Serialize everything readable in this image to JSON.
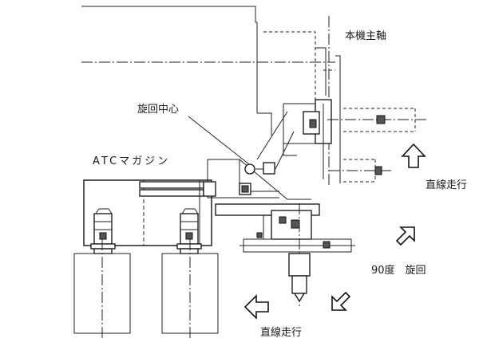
{
  "diagram": {
    "labels": {
      "main_spindle": "本機主軸",
      "rotation_center": "旋回中心",
      "atc_magazine": "ATCマガジン",
      "linear_travel_up": "直線走行",
      "rotation": "90度　旋回",
      "linear_travel_left": "直線走行"
    },
    "arrows": [
      {
        "name": "up-arrow",
        "direction": "up"
      },
      {
        "name": "diag-up-right-arrow",
        "direction": "up-right"
      },
      {
        "name": "diag-down-left-arrow",
        "direction": "down-left"
      },
      {
        "name": "left-arrow",
        "direction": "left"
      }
    ]
  }
}
